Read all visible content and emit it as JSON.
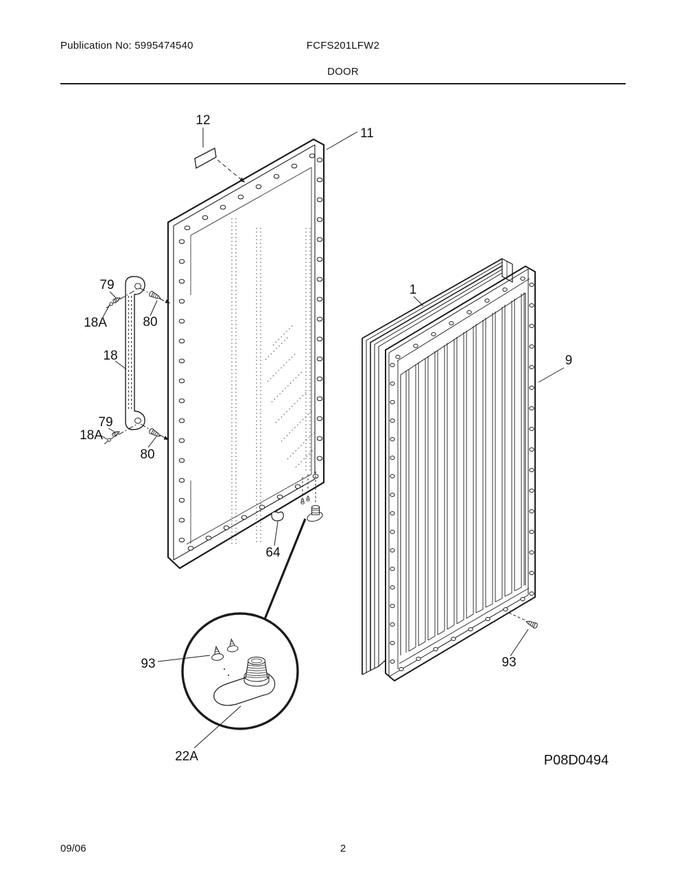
{
  "header": {
    "publication": "Publication No: 5995474540",
    "model": "FCFS201LFW2",
    "title": "DOOR"
  },
  "footer": {
    "date": "09/06",
    "page": "2"
  },
  "diagram": {
    "code": "P08D0494",
    "callouts": {
      "c12": "12",
      "c11": "11",
      "c79_top": "79",
      "c18a_top": "18A",
      "c80_top": "80",
      "c18": "18",
      "c79_bot": "79",
      "c18a_bot": "18A",
      "c80_bot": "80",
      "c64": "64",
      "c1": "1",
      "c9": "9",
      "c93_left": "93",
      "c93_right": "93",
      "c22a": "22A"
    }
  }
}
